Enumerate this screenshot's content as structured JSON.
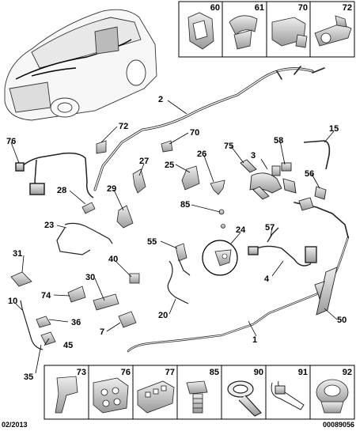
{
  "callouts": [
    "1",
    "2",
    "3",
    "4",
    "7",
    "10",
    "15",
    "20",
    "23",
    "24",
    "25",
    "26",
    "27",
    "28",
    "29",
    "30",
    "31",
    "35",
    "36",
    "40",
    "45",
    "50",
    "55",
    "56",
    "57",
    "58",
    "70",
    "72",
    "74",
    "75",
    "76",
    "85"
  ],
  "top_cells": [
    "60",
    "61",
    "70",
    "72"
  ],
  "bottom_cells": [
    "73",
    "76",
    "77",
    "85",
    "90",
    "91",
    "92"
  ],
  "footer": {
    "date": "02/2013",
    "ref": "00089056"
  }
}
